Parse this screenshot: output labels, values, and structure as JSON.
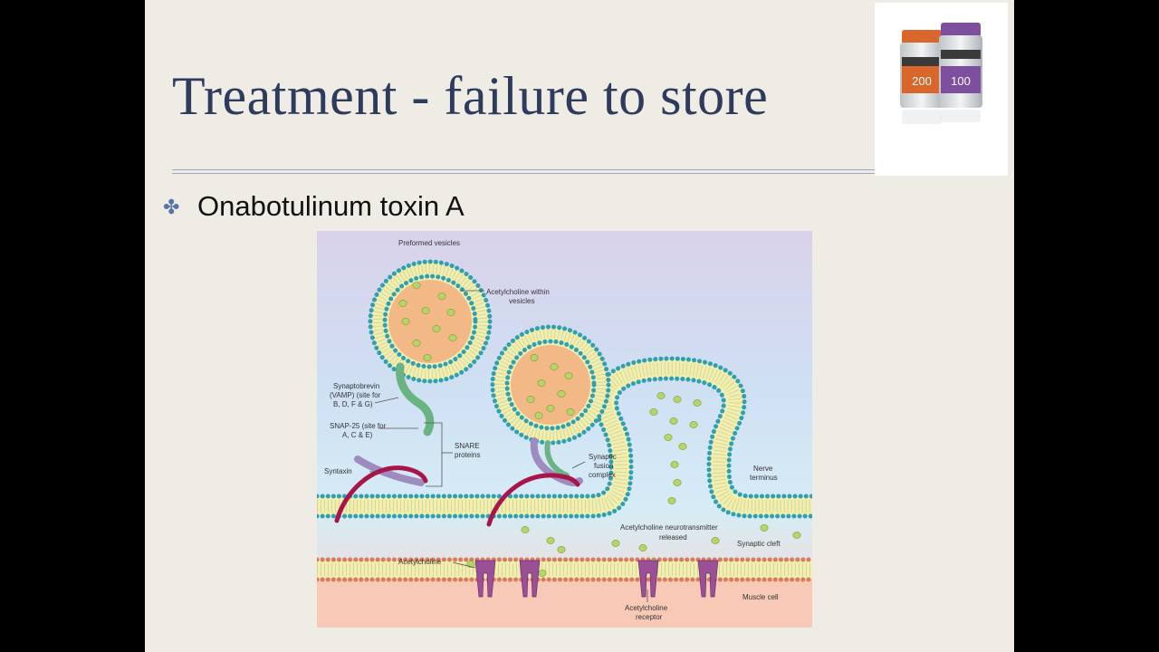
{
  "slide": {
    "title": "Treatment - failure to store",
    "bullet_symbol": "✤",
    "bullet": "Onabotulinum toxin A"
  },
  "product_image": {
    "vial_left_dose": "200",
    "vial_right_dose": "100",
    "vial_left_cap_color": "#d9662a",
    "vial_right_cap_color": "#7d4f9e"
  },
  "diagram": {
    "labels": {
      "preformed_vesicles": "Preformed vesicles",
      "ach_within_vesicles_1": "Acetylcholine within",
      "ach_within_vesicles_2": "vesicles",
      "synaptobrevin_1": "Synaptobrevin",
      "synaptobrevin_2": "(VAMP) (site for",
      "synaptobrevin_3": "B, D, F & G)",
      "snap25_1": "SNAP-25 (site for",
      "snap25_2": "A, C & E)",
      "snare_1": "SNARE",
      "snare_2": "proteins",
      "syntaxin": "Syntaxin",
      "fusion_1": "Synaptic",
      "fusion_2": "fusion",
      "fusion_3": "complex",
      "nerve_1": "Nerve",
      "nerve_2": "terminus",
      "released_1": "Acetylcholine neurotransmitter",
      "released_2": "released",
      "cleft": "Synaptic cleft",
      "acetylcholine": "Acetylcholine",
      "muscle": "Muscle cell",
      "receptor_1": "Acetylcholine",
      "receptor_2": "receptor"
    },
    "colors": {
      "membrane_head": "#2f9fb2",
      "vesicle_core": "#f2b886",
      "ach_molecule": "#b6d468",
      "syntaxin": "#a8154a",
      "snap25": "#9e8cc0",
      "vamp": "#6ab383",
      "receptor": "#9b4f96",
      "muscle_head": "#d97b5c"
    }
  }
}
